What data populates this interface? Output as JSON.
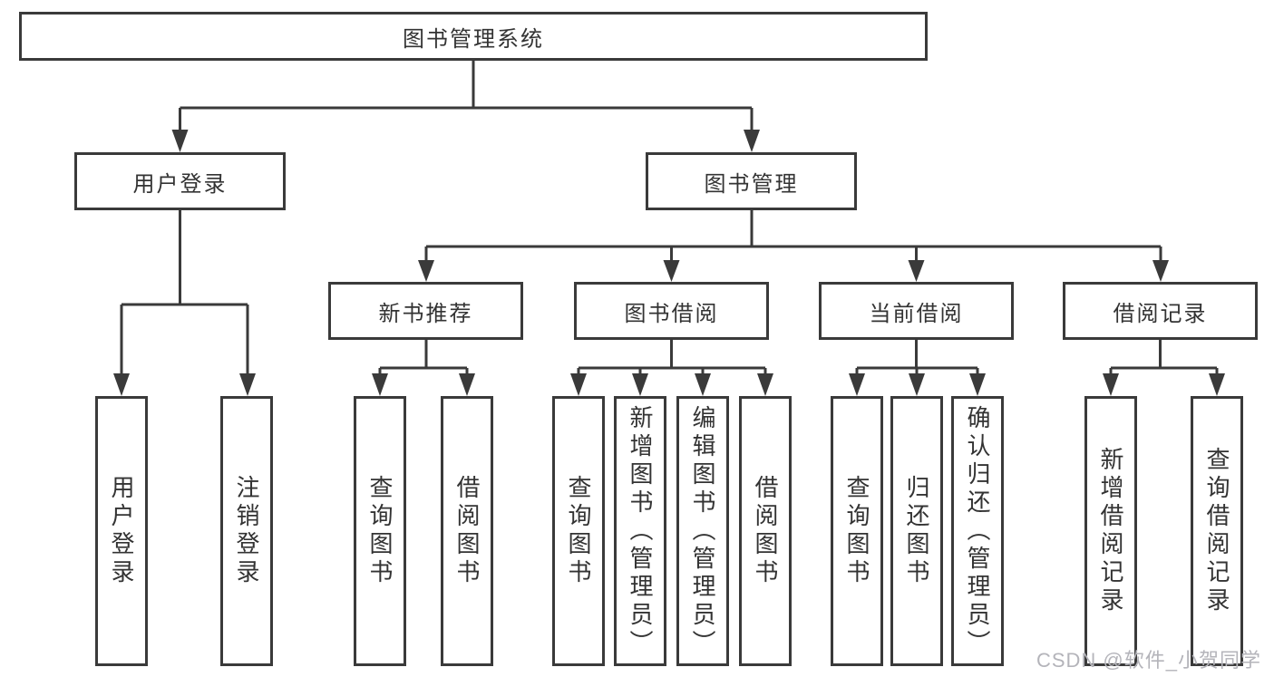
{
  "diagram": {
    "title_node": "图书管理系统",
    "level2": {
      "user_login": "用户登录",
      "book_management": "图书管理"
    },
    "level3": {
      "new_book_recommend": "新书推荐",
      "book_borrow": "图书借阅",
      "current_borrow": "当前借阅",
      "borrow_record": "借阅记录"
    },
    "leaves": {
      "user_login_children": [
        "用户登录",
        "注销登录"
      ],
      "new_book_children": [
        "查询图书",
        "借阅图书"
      ],
      "book_borrow_children": [
        "查询图书",
        "新增图书（管理员）",
        "编辑图书（管理员）",
        "借阅图书"
      ],
      "current_borrow_children": [
        "查询图书",
        "归还图书",
        "确认归还（管理员）"
      ],
      "borrow_record_children": [
        "新增借阅记录",
        "查询借阅记录"
      ]
    }
  },
  "watermark": "CSDN @软件_小贺同学",
  "colors": {
    "line": "#3a3a3a",
    "text": "#333333",
    "background": "#ffffff",
    "watermark": "#b4b4ba"
  }
}
